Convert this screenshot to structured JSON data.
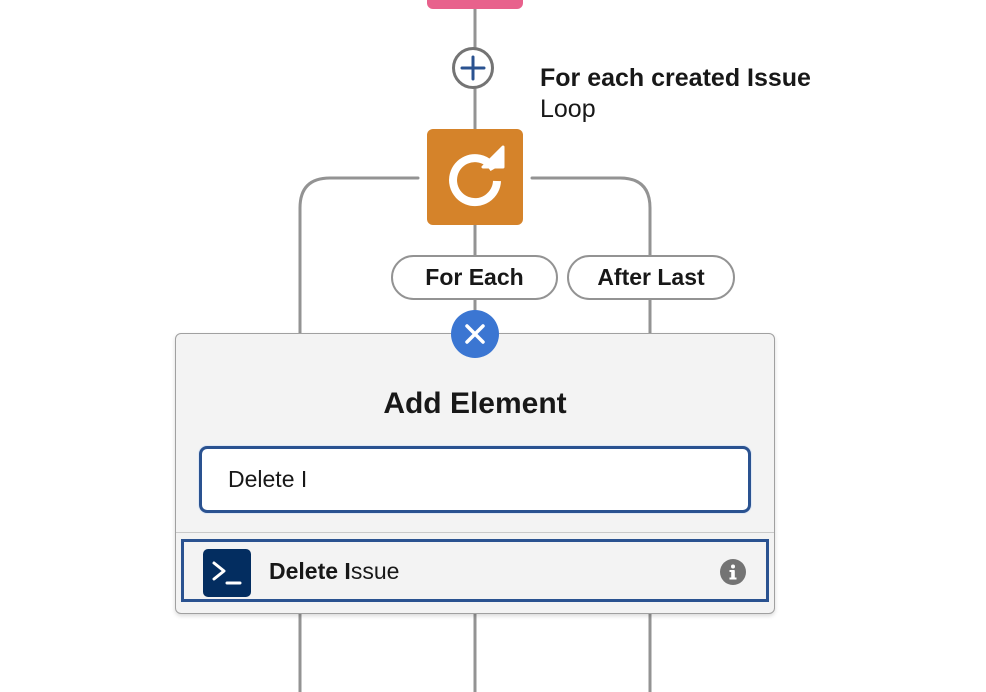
{
  "flow": {
    "loop_element": {
      "title": "For each created Issue",
      "type_label": "Loop",
      "icon": "loop-arrow-icon",
      "color": "#d5832a"
    },
    "branches": {
      "for_each": "For Each",
      "after_last": "After Last"
    },
    "colors": {
      "connector": "#939393",
      "previous_node": "#e8618c",
      "close_button": "#3b76d2",
      "focus_border": "#2a5290"
    }
  },
  "add_element_panel": {
    "title": "Add Element",
    "search_value": "Delete I",
    "results": [
      {
        "label_match": "Delete I",
        "label_rest": "ssue",
        "icon": "terminal-action-icon",
        "info_icon": "info-icon"
      }
    ]
  }
}
